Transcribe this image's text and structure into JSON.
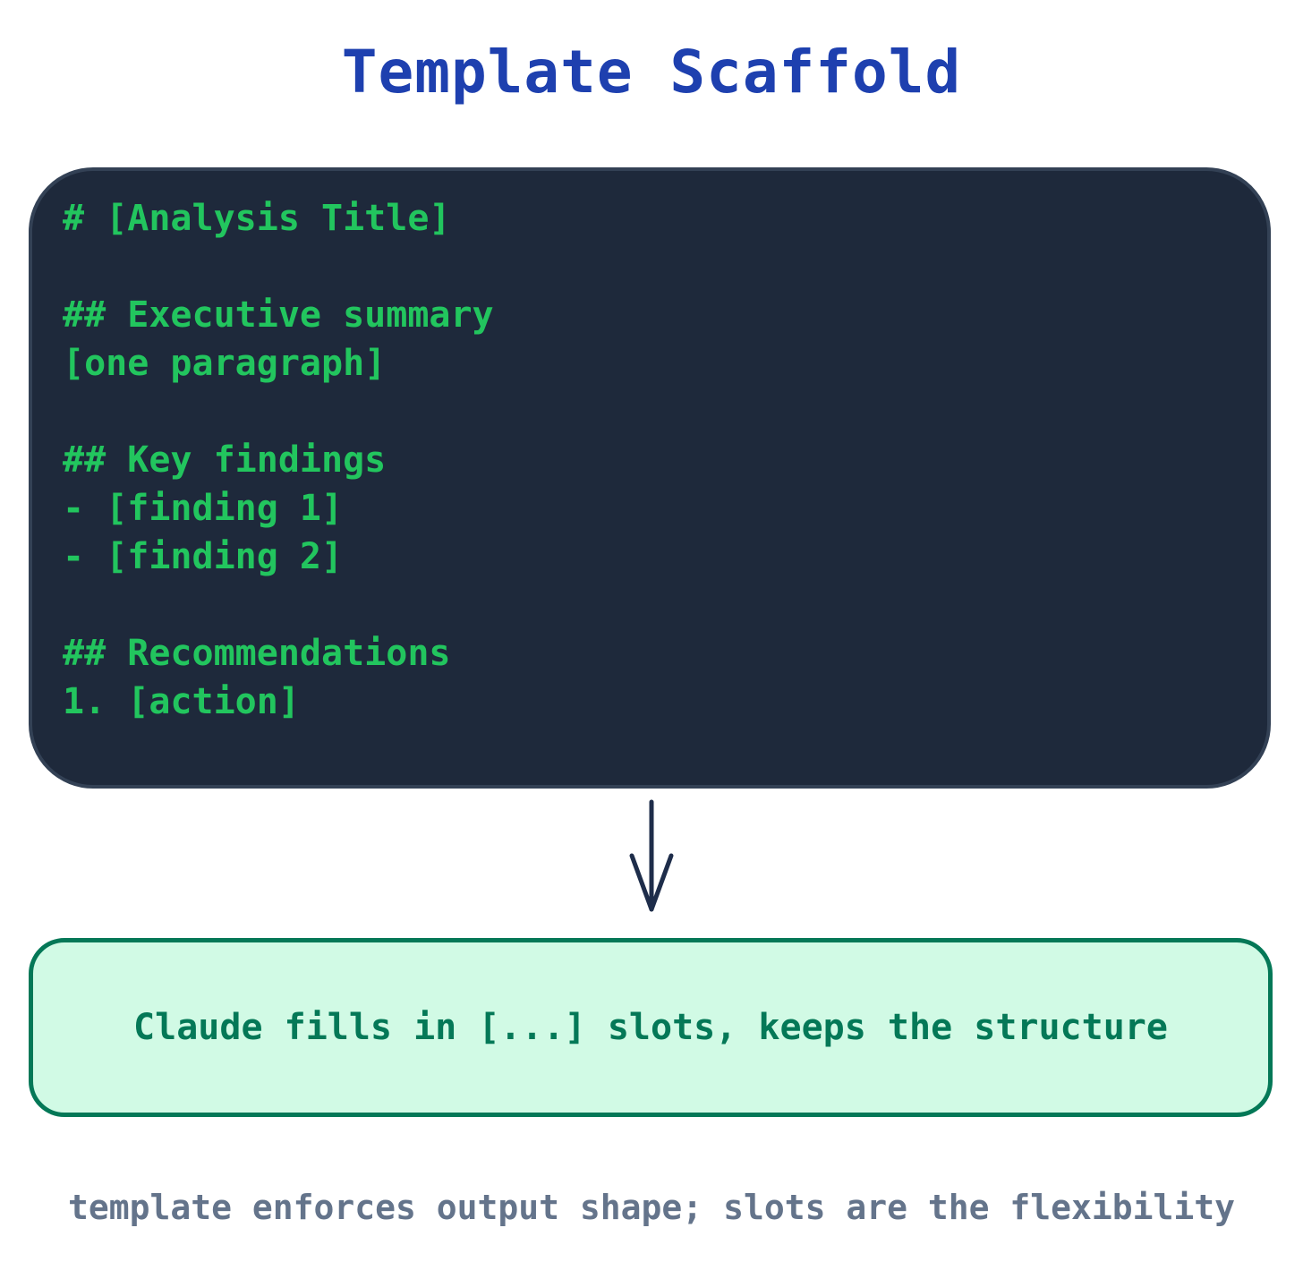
{
  "title": "Template Scaffold",
  "template": {
    "lines": [
      "# [Analysis Title]",
      "",
      "## Executive summary",
      "[one paragraph]",
      "",
      "## Key findings",
      "- [finding 1]",
      "- [finding 2]",
      "",
      "## Recommendations",
      "1. [action]"
    ]
  },
  "result": {
    "text": "Claude fills in [...] slots, keeps the structure"
  },
  "caption": "template enforces output shape; slots are the flexibility",
  "colors": {
    "title": "#1e40af",
    "code_bg": "#1e293b",
    "code_text": "#22c55e",
    "arrow": "#1e2d4a",
    "result_bg": "#d1fae5",
    "result_border": "#047857",
    "caption": "#64748b"
  }
}
